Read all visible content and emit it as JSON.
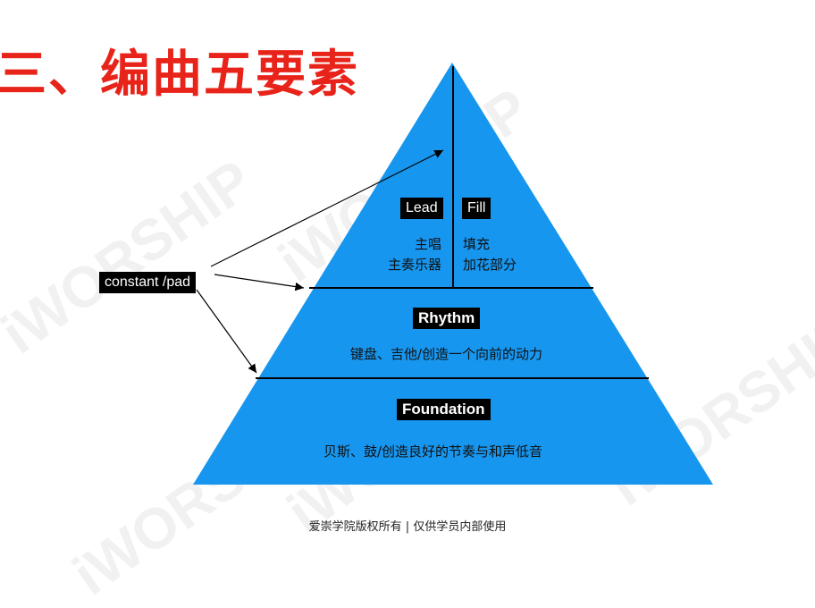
{
  "title": "三、编曲五要素",
  "watermark": "iWORSHIP",
  "colors": {
    "title": "#e8231a",
    "pyramid": "#1796ef",
    "tag_bg": "#000000",
    "line": "#000000"
  },
  "pyramid": {
    "top": {
      "lead_tag": "Lead",
      "lead_lines": [
        "主唱",
        "主奏乐器"
      ],
      "fill_tag": "Fill",
      "fill_lines": [
        "填充",
        "加花部分"
      ]
    },
    "middle": {
      "tag": "Rhythm",
      "desc": "键盘、吉他/创造一个向前的动力"
    },
    "bottom": {
      "tag": "Foundation",
      "desc": "贝斯、鼓/创造良好的节奏与和声低音"
    }
  },
  "pad_label": "constant /pad",
  "footer": "爱崇学院版权所有 | 仅供学员内部使用"
}
